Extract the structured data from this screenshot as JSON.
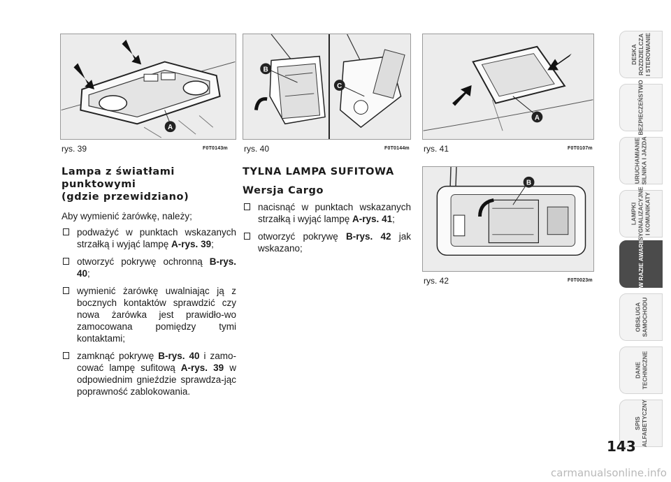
{
  "figures": {
    "rys39": {
      "caption": "rys. 39",
      "code": "F0T0143m",
      "labels": [
        "A"
      ]
    },
    "rys40": {
      "caption": "rys. 40",
      "code": "F0T0144m",
      "labels": [
        "B",
        "C"
      ]
    },
    "rys41": {
      "caption": "rys. 41",
      "code": "F0T0107m",
      "labels": [
        "A"
      ]
    },
    "rys42": {
      "caption": "rys. 42",
      "code": "F0T0023m",
      "labels": [
        "B"
      ]
    }
  },
  "left_column": {
    "heading_line1": "Lampa z światłami",
    "heading_line2": "punktowymi",
    "heading_line3": "(gdzie przewidziano)",
    "intro": "Aby wymienić żarówkę, należy;",
    "steps": [
      {
        "text": "podważyć w punktach wskazanych strzałką i wyjąć lampę ",
        "ref": "A-rys. 39",
        "after": ";"
      },
      {
        "text": "otworzyć pokrywę ochronną ",
        "ref": "B-rys. 40",
        "after": ";"
      },
      {
        "text": "wymienić żarówkę uwalniając ją z bocznych kontaktów sprawdzić czy nowa żarówka jest prawidło-wo zamocowana pomiędzy tymi kontaktami;",
        "ref": "",
        "after": ""
      },
      {
        "pre": "zamknąć pokrywę ",
        "ref1": "B-rys. 40",
        "mid": " i zamo-cować lampę sufitową ",
        "ref2": "A-rys. 39",
        "post": " w odpowiednim gnieździe sprawdza-jąc poprawność zablokowania."
      }
    ]
  },
  "middle_column": {
    "heading": "TYLNA LAMPA SUFITOWA",
    "subheading": "Wersja Cargo",
    "steps": [
      {
        "text": "nacisnąć w punktach wskazanych strzałką i wyjąć lampę ",
        "ref": "A-rys. 41",
        "after": ";"
      },
      {
        "text": "otworzyć pokrywę ",
        "ref": "B-rys. 42",
        "after": " jak wskazano;"
      }
    ]
  },
  "side_tabs": [
    {
      "label": "DESKA\nROZDZIELCZA\nI STEROWANIE",
      "active": false
    },
    {
      "label": "BEZPIECZEŃSTWO",
      "active": false
    },
    {
      "label": "URUCHAMIANIE\nSILNIKA I JAZDA",
      "active": false
    },
    {
      "label": "LAMPKI\nSYGNALIZACYJNE\nI KOMUNIKATY",
      "active": false
    },
    {
      "label": "W RAZIE AWARII",
      "active": true
    },
    {
      "label": "OBSŁUGA\nSAMOCHODU",
      "active": false
    },
    {
      "label": "DANE\nTECHNICZNE",
      "active": false
    },
    {
      "label": "SPIS\nALFABETYCZNY",
      "active": false
    }
  ],
  "page_number": "143",
  "watermark": "carmanualsonline.info"
}
